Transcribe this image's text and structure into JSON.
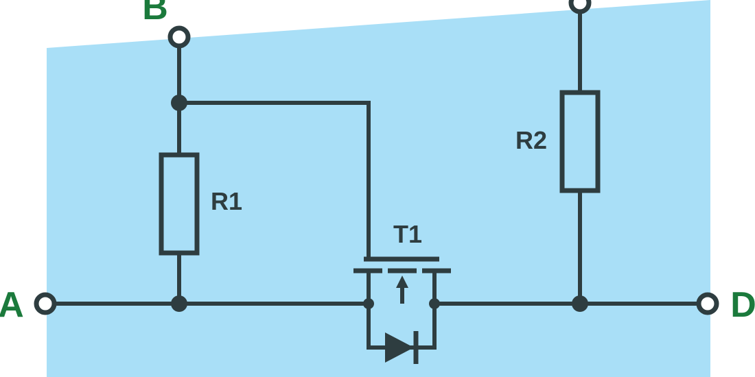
{
  "colors": {
    "background_panel": "#a9dff7",
    "wire": "#2e3d40",
    "terminal_label": "#1b7a3c"
  },
  "terminals": {
    "A": "A",
    "B": "B",
    "D": "D"
  },
  "components": {
    "r1": "R1",
    "r2": "R2",
    "t1": "T1"
  }
}
